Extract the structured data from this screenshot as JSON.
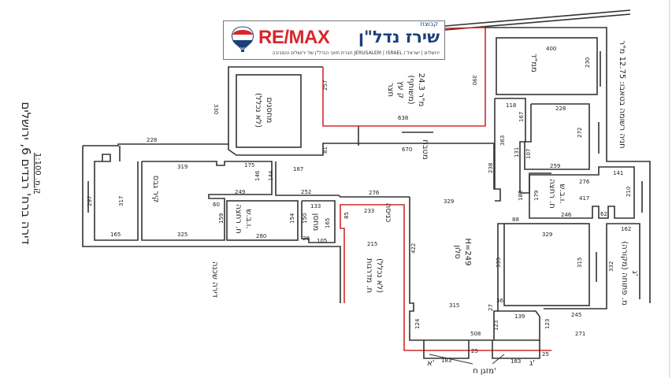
{
  "title": "דירה ברח' רבדים 6, ירושלים",
  "scale": "ק.מ. 1:100",
  "parking_note": "חניה רשומה בטאבו: 12.75 מ\"ר",
  "logo": {
    "brand": "RE/MAX",
    "group_word": "קבוצת",
    "group_name": "שירז נדל\"ן",
    "tagline": "ירושלים | ישראל / JERUSALEM | ISRAEL חברת תיווך הנדל\"ן של ירושלים והסביבה"
  },
  "colors": {
    "walls": "#333333",
    "highlight": "#d42a2a",
    "brand_red": "#d7262e",
    "brand_blue": "#1c3f7a"
  },
  "rooms": {
    "storage_rooms": [
      "מחסנים",
      "(לא נכלל)"
    ],
    "yard": [
      "חצר",
      "ק עץ",
      "(משותף)",
      "24.3 מ\"ר"
    ],
    "kitchen": "מטבח",
    "drywall": "קיר גבס",
    "bath_left": [
      "ח. רחצה",
      "ו.ב.ש."
    ],
    "storage": "מחסן",
    "neighbor": "דירה שכנה",
    "entrance": "כניסה",
    "stairs": [
      "ח. מדרגות",
      "(לא נכלל)"
    ],
    "living": [
      "סלון",
      "H=249"
    ],
    "safe_room": "ממ\"ד",
    "bath_right": [
      "ח. רחצה",
      "ו.ב.ש."
    ],
    "open_balcony": [
      "מ. פתוחה (מקורה)",
      "ג'"
    ],
    "bottom_note": "מזגן ח'",
    "bottom_a": "א'",
    "bottom_c": "ג'"
  },
  "dimensions": {
    "d330": "330",
    "d228": "228",
    "d257": "257",
    "d390": "390",
    "d638": "638",
    "d81": "81",
    "d670": "670",
    "d175": "175",
    "d319": "319",
    "d297": "297",
    "d317": "317",
    "d165a": "165",
    "d325": "325",
    "d146": "146",
    "d144": "144",
    "d187": "187",
    "d249a": "249",
    "d60": "60",
    "d159": "159",
    "d280": "280",
    "d154": "154",
    "d150": "150",
    "d28": "28",
    "d133": "133",
    "d165b": "165",
    "d105": "105",
    "d85": "85",
    "d252": "252",
    "d276a": "276",
    "d233": "233",
    "d215": "215",
    "d329a": "329",
    "d422": "422",
    "d315a": "315",
    "d124": "124",
    "d508": "508",
    "d25a": "25",
    "d183a": "183",
    "d400": "400",
    "d230": "230",
    "d118": "118",
    "d228b": "228",
    "d167": "167",
    "d272": "272",
    "d363": "363",
    "d131": "131",
    "d107": "107",
    "d259": "259",
    "d238": "238",
    "d141": "141",
    "d276b": "276",
    "d417": "417",
    "d210": "210",
    "d183b": "183",
    "d179": "179",
    "d246": "246",
    "d62": "62",
    "d88": "88",
    "d329b": "329",
    "d315b": "315",
    "d335": "335",
    "d36": "36",
    "d27": "27",
    "d139": "139",
    "d123a": "123",
    "d123b": "123",
    "d162": "162",
    "d332": "332",
    "d245": "245",
    "d271": "271",
    "d183c": "183",
    "d25b": "25"
  }
}
